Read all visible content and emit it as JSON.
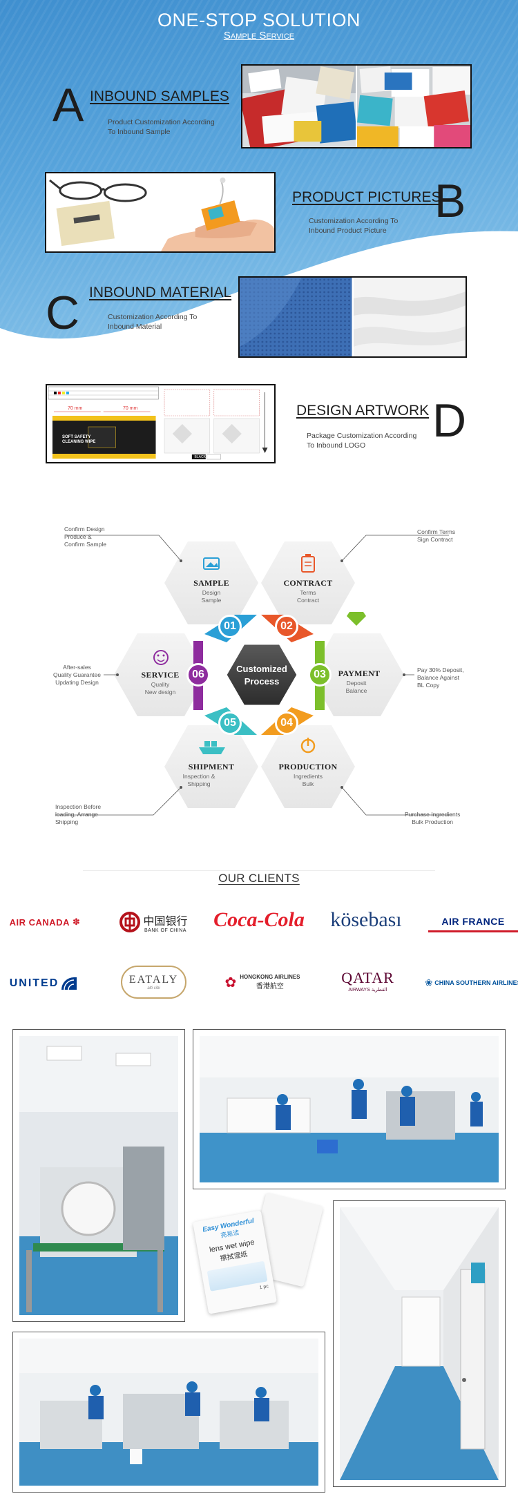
{
  "header": {
    "title": "ONE-STOP SOLUTION",
    "subtitle": "Sample Service"
  },
  "steps": [
    {
      "letter": "A",
      "title": "INBOUND SAMPLES",
      "desc": "Product Customization According\nTo Inbound Sample"
    },
    {
      "letter": "B",
      "title": "PRODUCT PICTURES",
      "desc": "Customization According To\nInbound Product Picture"
    },
    {
      "letter": "C",
      "title": "INBOUND MATERIAL",
      "desc": "Customization According To\nInbound Material"
    },
    {
      "letter": "D",
      "title": "DESIGN ARTWORK",
      "desc": "Package Customization According\nTo Inbound LOGO"
    }
  ],
  "artwork": {
    "dim_1": "70 mm",
    "dim_2": "70 mm",
    "black_label": "BLACK",
    "wipe_text": "SOFT SAFETY CLEANING WIPE"
  },
  "process": {
    "center": "Customized\nProcess",
    "stages": [
      {
        "num": "01",
        "title": "SAMPLE",
        "desc": "Design\nSample",
        "color": "#2a9fd6"
      },
      {
        "num": "02",
        "title": "CONTRACT",
        "desc": "Terms\nContract",
        "color": "#e8572a"
      },
      {
        "num": "03",
        "title": "PAYMENT",
        "desc": "Deposit\nBalance",
        "color": "#7cbf2b"
      },
      {
        "num": "04",
        "title": "PRODUCTION",
        "desc": "Ingredients\nBulk",
        "color": "#f29c1f"
      },
      {
        "num": "05",
        "title": "SHIPMENT",
        "desc": "Inspection &\nShipping",
        "color": "#3bbfc4"
      },
      {
        "num": "06",
        "title": "SERVICE",
        "desc": "Quality\nNew design",
        "color": "#8e2c9e"
      }
    ],
    "notes": {
      "sample": "Confirm Design\nProduce &\nConfirm Sample",
      "contract": "Confirm Terms\nSign Contract",
      "payment": "Pay 30% Deposit,\nBalance Against\nBL Copy",
      "production": "Purchase Ingredients\nBulk Production",
      "shipment": "Inspection Before\nloading, Arrange\nShipping",
      "service": "After-sales\nQuality Guarantee\nUpdating Design"
    }
  },
  "clients": {
    "title": "OUR CLIENTS",
    "logos": [
      {
        "name": "AIR CANADA"
      },
      {
        "name": "中国银行",
        "sub": "BANK OF CHINA"
      },
      {
        "name": "Coca-Cola"
      },
      {
        "name": "kösebası"
      },
      {
        "name": "AIR FRANCE"
      },
      {
        "name": "UNITED"
      },
      {
        "name": "EATALY",
        "sub": "alti cibi"
      },
      {
        "name": "HONGKONG AIRLINES",
        "sub": "香港航空"
      },
      {
        "name": "QATAR",
        "sub": "AIRWAYS القطرية"
      },
      {
        "name": "CHINA SOUTHERN AIRLINES"
      }
    ]
  },
  "product_card": {
    "brand": "Easy Wonderful",
    "brand_cn": "亮易洁",
    "name": "lens wet wipe",
    "name_cn": "擦拭湿纸",
    "count": "1 pc"
  },
  "colors": {
    "hero_blue": "#5aa6dd",
    "floor_blue": "#3f8fc4"
  }
}
